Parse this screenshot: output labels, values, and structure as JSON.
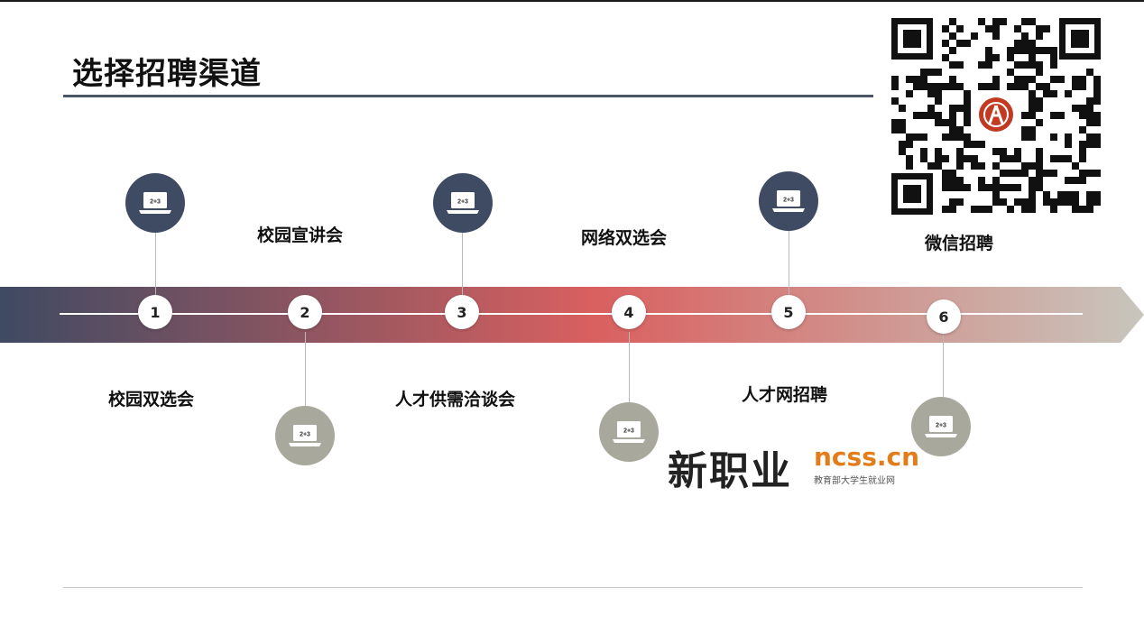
{
  "title": "选择招聘渠道",
  "channels": [
    {
      "number": "1",
      "label": "校园双选会"
    },
    {
      "number": "2",
      "label": "校园宣讲会"
    },
    {
      "number": "3",
      "label": "人才供需洽谈会"
    },
    {
      "number": "4",
      "label": "网络双选会"
    },
    {
      "number": "5",
      "label": "人才网招聘"
    },
    {
      "number": "6",
      "label": "微信招聘"
    }
  ],
  "icons": {
    "laptop": "laptop-icon",
    "laptop_screen_text": "2+3"
  },
  "brand": {
    "name_cn": "新职业",
    "domain": "ncss.cn",
    "subtitle": "教育部大学生就业网"
  },
  "colors": {
    "band_start": "#3f4a63",
    "band_mid": "#d9605f",
    "band_end": "#c8c6bd",
    "icon_dark": "#3e4b62",
    "icon_gray": "#a9a89c",
    "brand_orange": "#e47c1a"
  }
}
